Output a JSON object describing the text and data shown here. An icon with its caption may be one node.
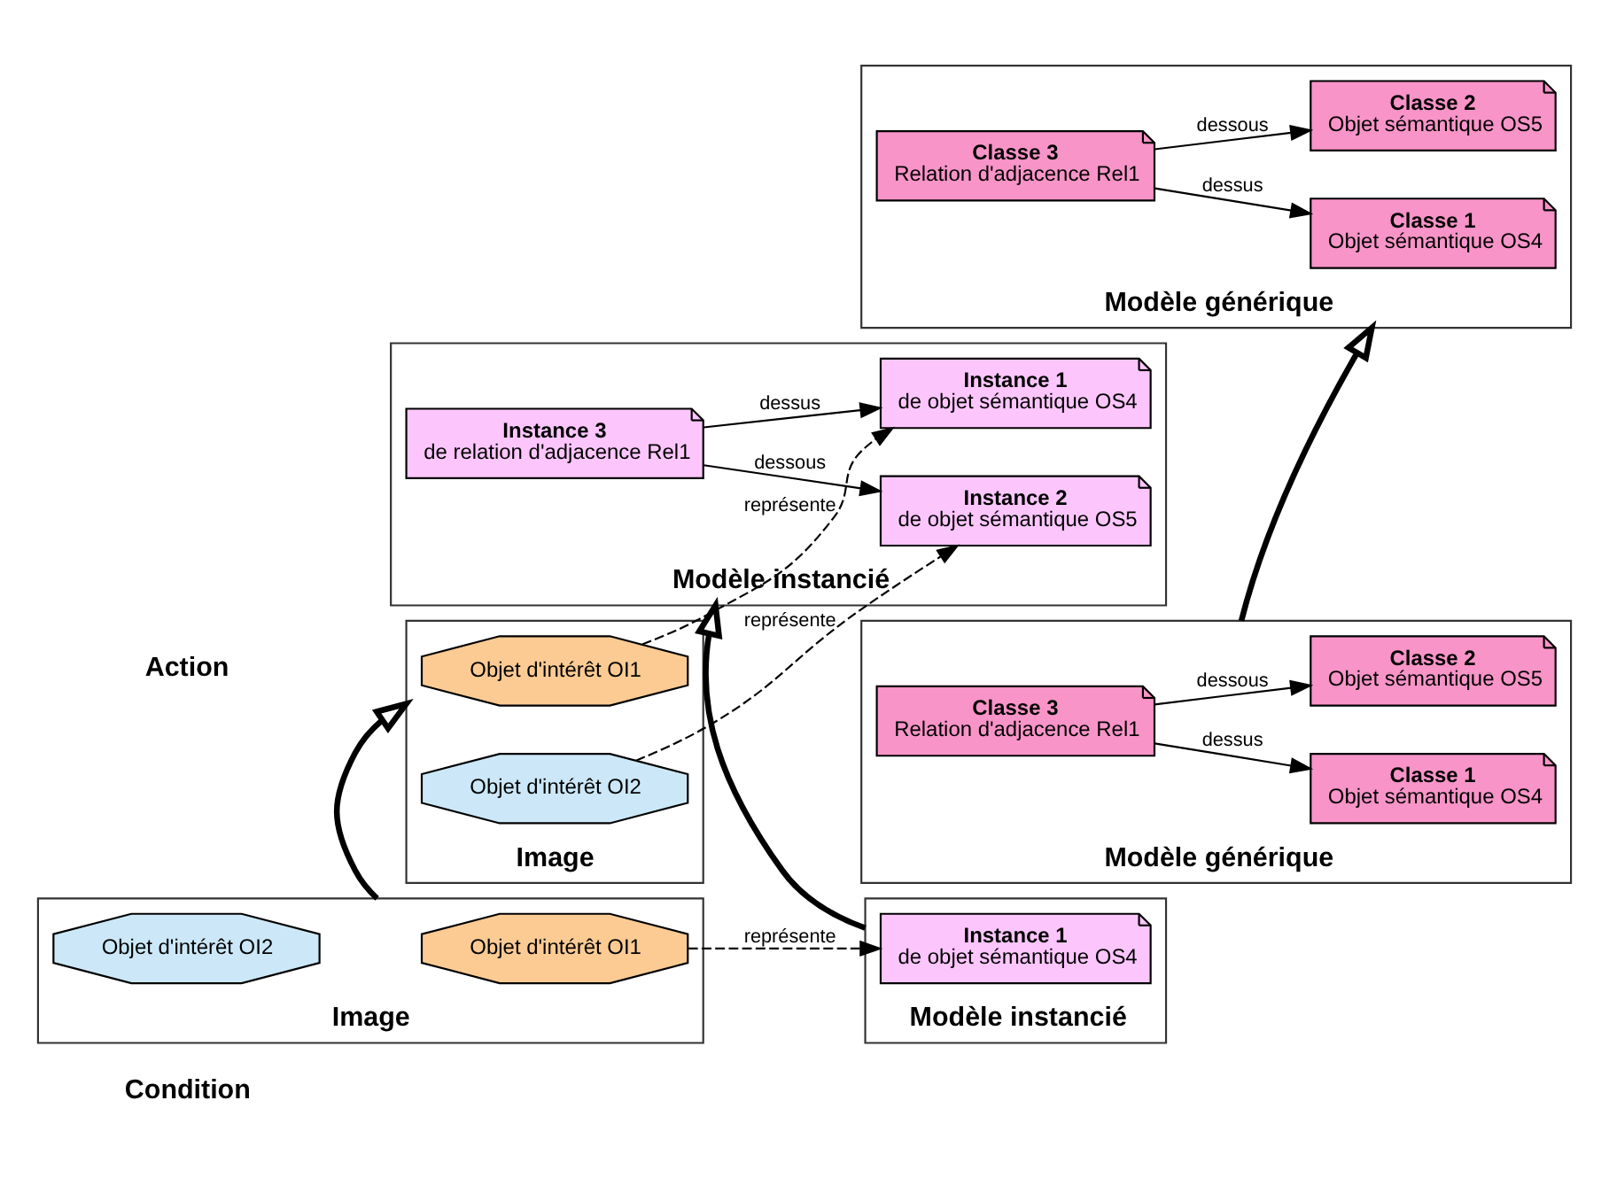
{
  "diagram": {
    "nodes": [
      {
        "text": [
          "Image"
        ]
      },
      {
        "text": [
          "Objet d'intérêt OI1"
        ],
        "in": 0
      },
      {
        "text": [
          "Objet d'intérêt OI2"
        ],
        "in": 0
      },
      {
        "text": [
          "Modèle instancié"
        ]
      },
      {
        "text": [
          "Instance 1",
          "de objet sémantique OS4"
        ],
        "in": 3
      },
      {
        "text": [
          "Modèle générique"
        ]
      },
      {
        "text": [
          "Classe 1",
          "Objet sémantique OS4"
        ],
        "in": 5
      },
      {
        "text": [
          "Classe 3",
          "Relation d'adjacence Rel1"
        ],
        "in": 5
      },
      {
        "text": [
          "Classe 2",
          "Objet sémantique OS5"
        ],
        "in": 5
      },
      {
        "text": [
          "Image"
        ]
      },
      {
        "text": [
          "Objet d'intérêt OI1"
        ],
        "in": 9
      },
      {
        "text": [
          "Objet d'intérêt OI2"
        ],
        "in": 9
      },
      {
        "text": [
          "Modèle instancié"
        ]
      },
      {
        "text": [
          "Instance 1",
          "de objet sémantique OS4"
        ],
        "in": 12
      },
      {
        "text": [
          "Instance 3",
          "de relation d'adjacence Rel1"
        ],
        "in": 12
      },
      {
        "text": [
          "Instance 2",
          "de objet sémantique OS5"
        ],
        "in": 12
      },
      {
        "text": [
          "Modèle générique"
        ]
      },
      {
        "text": [
          "Classe 1",
          "Objet sémantique OS4"
        ],
        "in": 16
      },
      {
        "text": [
          "Classe 3",
          "Relation d'adjacence Rel1"
        ],
        "in": 16
      },
      {
        "text": [
          "Classe 2",
          "Objet sémantique OS5"
        ],
        "in": 16
      }
    ],
    "edges": [
      {
        "from": 1,
        "to": 4,
        "arrow": "to",
        "label": "représente",
        "style": "dashed"
      },
      {
        "from": 7,
        "to": 6,
        "arrow": "to",
        "label": "dessus"
      },
      {
        "from": 7,
        "to": 8,
        "arrow": "to",
        "label": "dessous"
      },
      {
        "from": 0,
        "to": 9,
        "arrow": "to",
        "style": "thick"
      },
      {
        "from": 3,
        "to": 12,
        "arrow": "to",
        "style": "thick"
      },
      {
        "from": 5,
        "to": 16,
        "arrow": "to",
        "style": "thick"
      },
      {
        "from": 10,
        "to": 13,
        "arrow": "to",
        "label": "représente",
        "style": "dashed"
      },
      {
        "from": 11,
        "to": 15,
        "arrow": "to",
        "label": "représente",
        "style": "dashed"
      },
      {
        "from": 14,
        "to": 13,
        "arrow": "to",
        "label": "dessus"
      },
      {
        "from": 14,
        "to": 15,
        "arrow": "to",
        "label": "dessous"
      },
      {
        "from": 18,
        "to": 17,
        "arrow": "to",
        "label": "dessus"
      },
      {
        "from": 18,
        "to": 19,
        "arrow": "to",
        "label": "dessous"
      }
    ],
    "labels": [
      "Condition",
      "Action"
    ]
  }
}
